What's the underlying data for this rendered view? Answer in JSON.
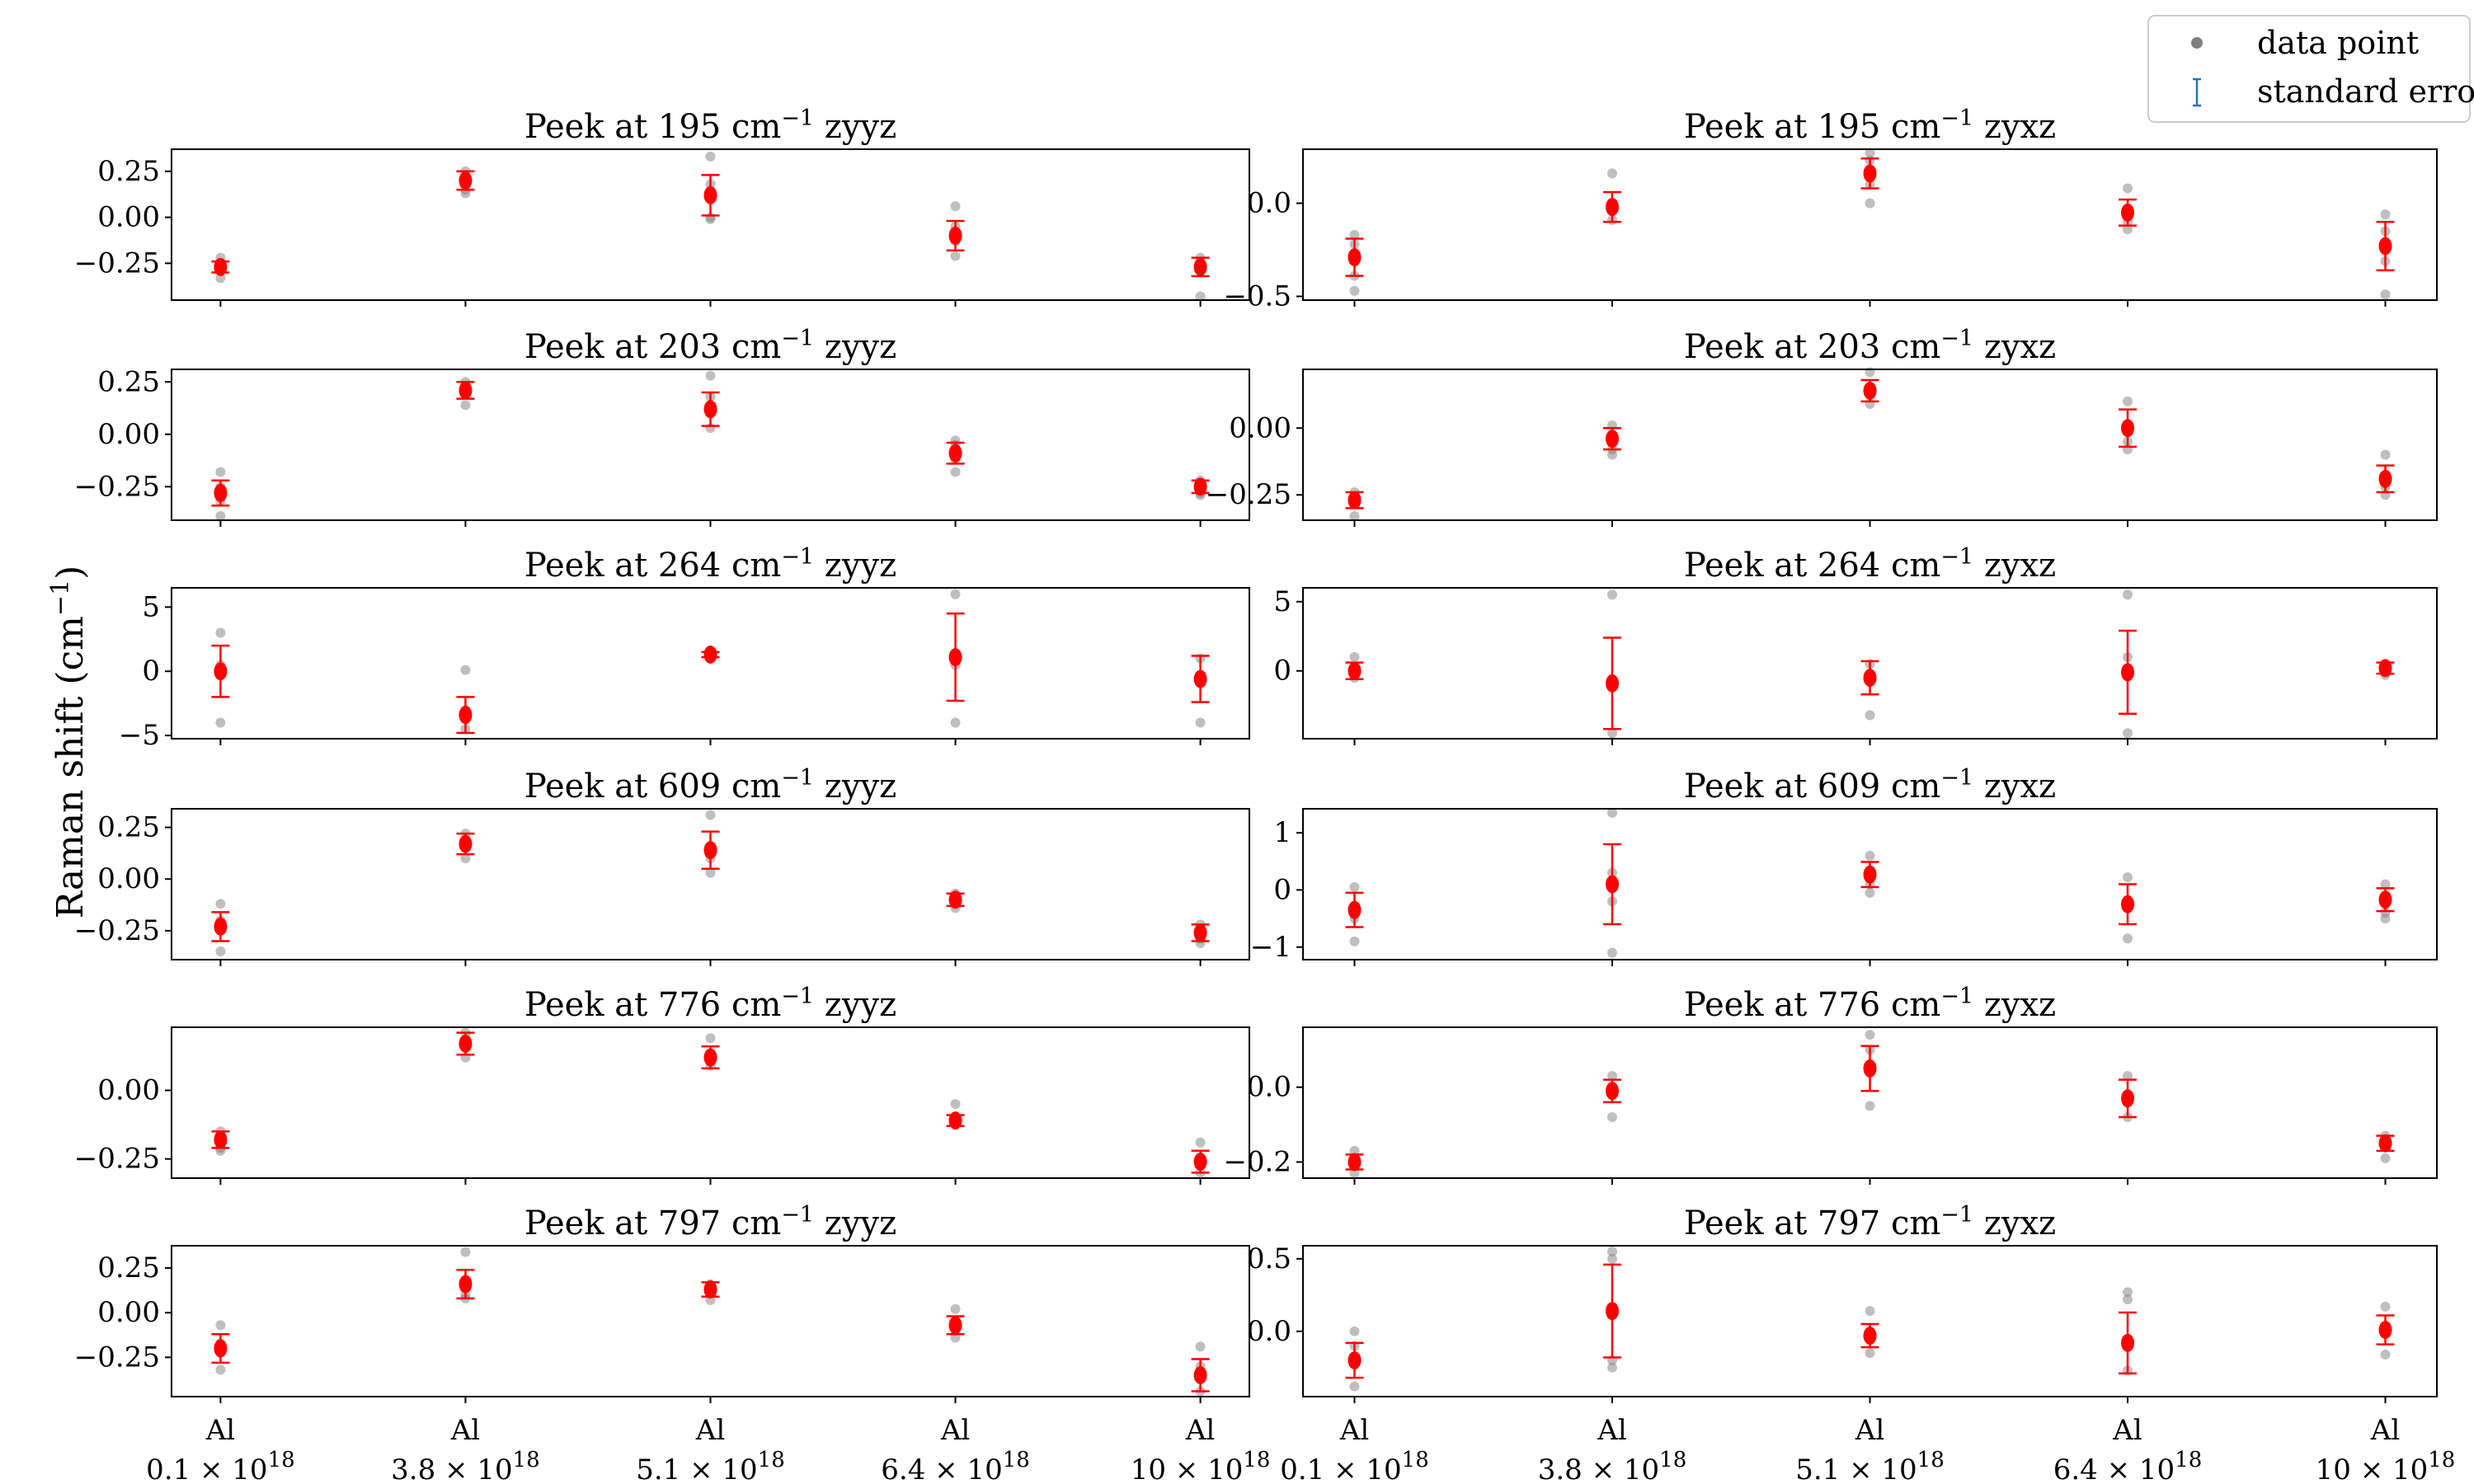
{
  "chart_data": {
    "type": "scatter",
    "ylabel": "Raman shift (cm",
    "ylabel_sup": "−1",
    "ylabel_close": ")",
    "categories": [
      {
        "line1": "Al",
        "line2": "0.1 × 10",
        "sup": "18"
      },
      {
        "line1": "Al",
        "line2": "3.8 × 10",
        "sup": "18"
      },
      {
        "line1": "Al",
        "line2": "5.1 × 10",
        "sup": "18"
      },
      {
        "line1": "Al",
        "line2": "6.4 × 10",
        "sup": "18"
      },
      {
        "line1": "Al",
        "line2": "10 × 10",
        "sup": "18"
      }
    ],
    "legend": {
      "position": "top-right",
      "entries": [
        {
          "label": "data point",
          "color": "#808080"
        },
        {
          "label": "standard error",
          "color": "#1f77b4"
        }
      ]
    },
    "colors": {
      "mean": "#ff0000",
      "point": "#808080"
    },
    "panels": [
      {
        "title": "Peek at 195 cm",
        "sup": "−1",
        "pol": "zyyz",
        "column": 0,
        "ylim": [
          -0.45,
          0.37
        ],
        "yticks": [
          -0.25,
          0.0,
          0.25
        ],
        "ytick_labels": [
          "−0.25",
          "0.00",
          "0.25"
        ],
        "mean": [
          -0.27,
          0.2,
          0.12,
          -0.1,
          -0.27
        ],
        "sem": [
          0.03,
          0.05,
          0.11,
          0.08,
          0.05
        ],
        "points": [
          [
            -0.22,
            -0.25,
            -0.33
          ],
          [
            0.25,
            0.13,
            0.15
          ],
          [
            0.33,
            0.18,
            0.1,
            0.0,
            -0.01
          ],
          [
            0.06,
            -0.05,
            -0.13,
            -0.21
          ],
          [
            -0.22,
            -0.25,
            -0.43
          ]
        ]
      },
      {
        "title": "Peek at 203 cm",
        "sup": "−1",
        "pol": "zyyz",
        "column": 0,
        "ylim": [
          -0.41,
          0.31
        ],
        "yticks": [
          -0.25,
          0.0,
          0.25
        ],
        "ytick_labels": [
          "−0.25",
          "0.00",
          "0.25"
        ],
        "mean": [
          -0.28,
          0.21,
          0.12,
          -0.09,
          -0.25
        ],
        "sem": [
          0.06,
          0.04,
          0.08,
          0.05,
          0.03
        ],
        "points": [
          [
            -0.18,
            -0.25,
            -0.32,
            -0.39
          ],
          [
            0.25,
            0.22,
            0.14
          ],
          [
            0.28,
            0.18,
            0.1,
            0.03
          ],
          [
            -0.03,
            -0.05,
            -0.12,
            -0.18
          ],
          [
            -0.22,
            -0.28,
            -0.29
          ]
        ]
      },
      {
        "title": "Peek at 264 cm",
        "sup": "−1",
        "pol": "zyyz",
        "column": 0,
        "ylim": [
          -5.25,
          6.5
        ],
        "yticks": [
          -5,
          0,
          5
        ],
        "ytick_labels": [
          "−5",
          "0",
          "5"
        ],
        "mean": [
          0.0,
          -3.4,
          1.3,
          1.1,
          -0.6
        ],
        "sem": [
          2.0,
          1.4,
          0.2,
          3.4,
          1.8
        ],
        "points": [
          [
            3.0,
            0.5,
            -4.0
          ],
          [
            0.1,
            -3.0,
            -4.5
          ],
          [
            1.4,
            1.2
          ],
          [
            6.0,
            0.5,
            -4.0
          ],
          [
            1.0,
            -0.5,
            -4.0
          ]
        ]
      },
      {
        "title": "Peek at 609 cm",
        "sup": "−1",
        "pol": "zyyz",
        "column": 0,
        "ylim": [
          -0.39,
          0.34
        ],
        "yticks": [
          -0.25,
          0.0,
          0.25
        ],
        "ytick_labels": [
          "−0.25",
          "0.00",
          "0.25"
        ],
        "mean": [
          -0.23,
          0.17,
          0.14,
          -0.1,
          -0.26
        ],
        "sem": [
          0.07,
          0.05,
          0.09,
          0.03,
          0.04
        ],
        "points": [
          [
            -0.12,
            -0.2,
            -0.35
          ],
          [
            0.22,
            0.15,
            0.1
          ],
          [
            0.31,
            0.1,
            0.03
          ],
          [
            -0.07,
            -0.14
          ],
          [
            -0.22,
            -0.29,
            -0.31
          ]
        ]
      },
      {
        "title": "Peek at 776 cm",
        "sup": "−1",
        "pol": "zyyz",
        "column": 0,
        "ylim": [
          -0.32,
          0.23
        ],
        "yticks": [
          -0.25,
          0.0
        ],
        "ytick_labels": [
          "−0.25",
          "0.00"
        ],
        "mean": [
          -0.18,
          0.17,
          0.12,
          -0.11,
          -0.26
        ],
        "sem": [
          0.03,
          0.04,
          0.04,
          0.02,
          0.04
        ],
        "points": [
          [
            -0.15,
            -0.21,
            -0.22
          ],
          [
            0.21,
            0.12
          ],
          [
            0.19,
            0.09
          ],
          [
            -0.05,
            -0.12
          ],
          [
            -0.19,
            -0.3
          ]
        ]
      },
      {
        "title": "Peek at 797 cm",
        "sup": "−1",
        "pol": "zyyz",
        "column": 0,
        "ylim": [
          -0.47,
          0.375
        ],
        "yticks": [
          -0.25,
          0.0,
          0.25
        ],
        "ytick_labels": [
          "−0.25",
          "0.00",
          "0.25"
        ],
        "mean": [
          -0.2,
          0.16,
          0.13,
          -0.07,
          -0.35
        ],
        "sem": [
          0.08,
          0.08,
          0.04,
          0.05,
          0.09
        ],
        "points": [
          [
            -0.07,
            -0.17,
            -0.32
          ],
          [
            0.34,
            0.1,
            0.08
          ],
          [
            0.16,
            0.07
          ],
          [
            0.02,
            -0.1,
            -0.14
          ],
          [
            -0.19,
            -0.3,
            -0.44
          ]
        ]
      },
      {
        "title": "Peek at 195 cm",
        "sup": "−1",
        "pol": "zyxz",
        "column": 1,
        "ylim": [
          -0.52,
          0.29
        ],
        "yticks": [
          -0.5,
          0.0
        ],
        "ytick_labels": [
          "−0.5",
          "0.0"
        ],
        "mean": [
          -0.29,
          -0.02,
          0.16,
          -0.05,
          -0.23
        ],
        "sem": [
          0.1,
          0.08,
          0.08,
          0.07,
          0.13
        ],
        "points": [
          [
            -0.17,
            -0.22,
            -0.39,
            -0.47
          ],
          [
            0.16,
            -0.04,
            -0.09
          ],
          [
            0.27,
            0.23,
            0.1,
            0.0
          ],
          [
            0.08,
            -0.1,
            -0.14
          ],
          [
            -0.06,
            -0.15,
            -0.31,
            -0.49
          ]
        ]
      },
      {
        "title": "Peek at 203 cm",
        "sup": "−1",
        "pol": "zyxz",
        "column": 1,
        "ylim": [
          -0.345,
          0.22
        ],
        "yticks": [
          -0.25,
          0.0
        ],
        "ytick_labels": [
          "−0.25",
          "0.00"
        ],
        "mean": [
          -0.27,
          -0.04,
          0.14,
          0.0,
          -0.19
        ],
        "sem": [
          0.03,
          0.04,
          0.04,
          0.07,
          0.05
        ],
        "points": [
          [
            -0.24,
            -0.33
          ],
          [
            0.01,
            -0.08,
            -0.1
          ],
          [
            0.21,
            0.09
          ],
          [
            0.1,
            -0.05,
            -0.08
          ],
          [
            -0.1,
            -0.22,
            -0.25
          ]
        ]
      },
      {
        "title": "Peek at 264 cm",
        "sup": "−1",
        "pol": "zyxz",
        "column": 1,
        "ylim": [
          -4.9,
          6.0
        ],
        "yticks": [
          0,
          5
        ],
        "ytick_labels": [
          "0",
          "5"
        ],
        "mean": [
          0.0,
          -0.9,
          -0.5,
          -0.1,
          0.2
        ],
        "sem": [
          0.6,
          3.3,
          1.2,
          3.0,
          0.4
        ],
        "points": [
          [
            1.0,
            -0.5
          ],
          [
            5.5,
            -1.0,
            -4.5
          ],
          [
            0.5,
            -3.2
          ],
          [
            5.5,
            1.0,
            -4.5
          ],
          [
            0.5,
            -0.3
          ]
        ]
      },
      {
        "title": "Peek at 609 cm",
        "sup": "−1",
        "pol": "zyxz",
        "column": 1,
        "ylim": [
          -1.22,
          1.42
        ],
        "yticks": [
          -1,
          0,
          1
        ],
        "ytick_labels": [
          "−1",
          "0",
          "1"
        ],
        "mean": [
          -0.35,
          0.1,
          0.27,
          -0.25,
          -0.17
        ],
        "sem": [
          0.3,
          0.7,
          0.22,
          0.35,
          0.2
        ],
        "points": [
          [
            0.05,
            -0.5,
            -0.9
          ],
          [
            1.35,
            0.3,
            -0.2,
            -1.1
          ],
          [
            0.6,
            0.1,
            -0.05
          ],
          [
            0.22,
            -0.3,
            -0.85
          ],
          [
            0.1,
            -0.4,
            -0.5
          ]
        ]
      },
      {
        "title": "Peek at 776 cm",
        "sup": "−1",
        "pol": "zyxz",
        "column": 1,
        "ylim": [
          -0.243,
          0.16
        ],
        "yticks": [
          -0.2,
          0.0
        ],
        "ytick_labels": [
          "−0.2",
          "0.0"
        ],
        "mean": [
          -0.2,
          -0.01,
          0.05,
          -0.03,
          -0.15
        ],
        "sem": [
          0.02,
          0.03,
          0.06,
          0.05,
          0.02
        ],
        "points": [
          [
            -0.17,
            -0.23
          ],
          [
            0.03,
            -0.08
          ],
          [
            0.14,
            0.1,
            -0.05
          ],
          [
            0.03,
            -0.08
          ],
          [
            -0.13,
            -0.19
          ]
        ]
      },
      {
        "title": "Peek at 797 cm",
        "sup": "−1",
        "pol": "zyxz",
        "column": 1,
        "ylim": [
          -0.45,
          0.59
        ],
        "yticks": [
          0.0,
          0.5
        ],
        "ytick_labels": [
          "0.0",
          "0.5"
        ],
        "mean": [
          -0.2,
          0.14,
          -0.03,
          -0.08,
          0.01
        ],
        "sem": [
          0.12,
          0.32,
          0.08,
          0.21,
          0.1
        ],
        "points": [
          [
            0.0,
            -0.1,
            -0.38
          ],
          [
            0.55,
            0.5,
            -0.2,
            -0.25
          ],
          [
            0.14,
            -0.15
          ],
          [
            0.27,
            0.22,
            -0.27
          ],
          [
            0.17,
            -0.16
          ]
        ]
      }
    ]
  }
}
